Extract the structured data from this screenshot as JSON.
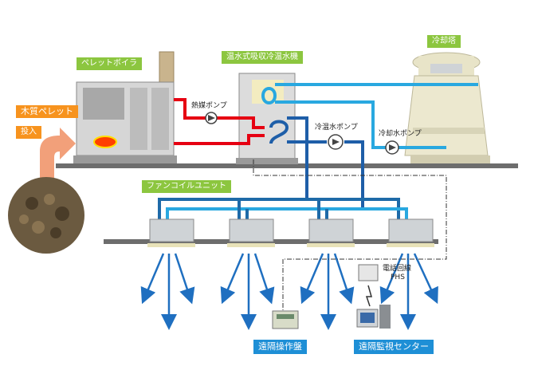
{
  "labels": {
    "pellet_boiler": "ペレットボイラ",
    "absorption_chiller": "温水式吸収冷温水機",
    "cooling_tower": "冷却塔",
    "wood_pellet": "木質ペレット",
    "input": "投入",
    "heat_medium_pump": "熱媒ポンプ",
    "chilled_water_pump": "冷温水ポンプ",
    "cooling_water_pump": "冷却水ポンプ",
    "fan_coil_unit": "ファンコイルユニット",
    "phone_line": "電話回線",
    "phs": "PHS",
    "remote_panel": "遠隔操作盤",
    "remote_monitor": "遠隔監視センター"
  },
  "colors": {
    "hot_water": "#e60012",
    "chilled_water": "#1e88c8",
    "cooling_water": "#29a8e0",
    "floor": "#6d6d6d",
    "green_label": "#8cc63f",
    "orange_label": "#f7931e",
    "blue_label": "#1e8fd6",
    "arrow_blue": "#1f6fc0"
  }
}
